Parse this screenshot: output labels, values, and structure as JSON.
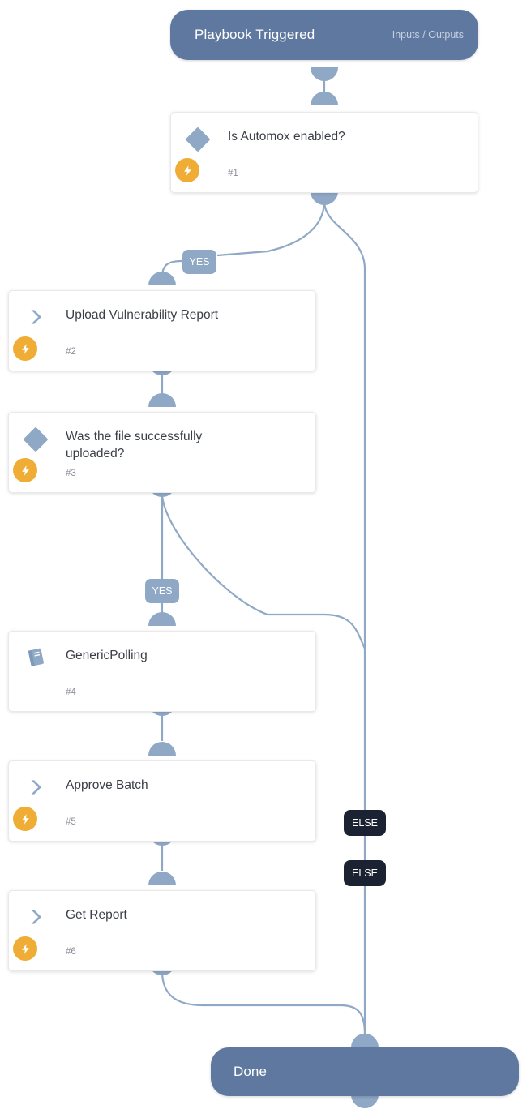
{
  "diagram": {
    "type": "playbook-flow",
    "start": {
      "title": "Playbook Triggered",
      "meta": "Inputs / Outputs"
    },
    "end": {
      "title": "Done"
    },
    "nodes": [
      {
        "id": "1",
        "title": "Is Automox enabled?",
        "number": "#1",
        "kind": "condition",
        "icon": "diamond-icon",
        "has_bolt": true
      },
      {
        "id": "2",
        "title": "Upload Vulnerability Report",
        "number": "#2",
        "kind": "task",
        "icon": "chevron-right-icon",
        "has_bolt": true
      },
      {
        "id": "3",
        "title": "Was the file successfully uploaded?",
        "number": "#3",
        "kind": "condition",
        "icon": "diamond-icon",
        "has_bolt": true
      },
      {
        "id": "4",
        "title": "GenericPolling",
        "number": "#4",
        "kind": "sub-playbook",
        "icon": "book-icon",
        "has_bolt": false
      },
      {
        "id": "5",
        "title": "Approve Batch",
        "number": "#5",
        "kind": "task",
        "icon": "chevron-right-icon",
        "has_bolt": true
      },
      {
        "id": "6",
        "title": "Get Report",
        "number": "#6",
        "kind": "task",
        "icon": "chevron-right-icon",
        "has_bolt": true
      }
    ],
    "labels": {
      "yes_1": "YES",
      "yes_3": "YES",
      "else_1": "ELSE",
      "else_3": "ELSE"
    },
    "colors": {
      "pill": "#5f789f",
      "connector": "#8fa8c6",
      "bolt": "#efad36",
      "else_badge": "#1b2333",
      "card_text": "#3b3f46"
    }
  }
}
